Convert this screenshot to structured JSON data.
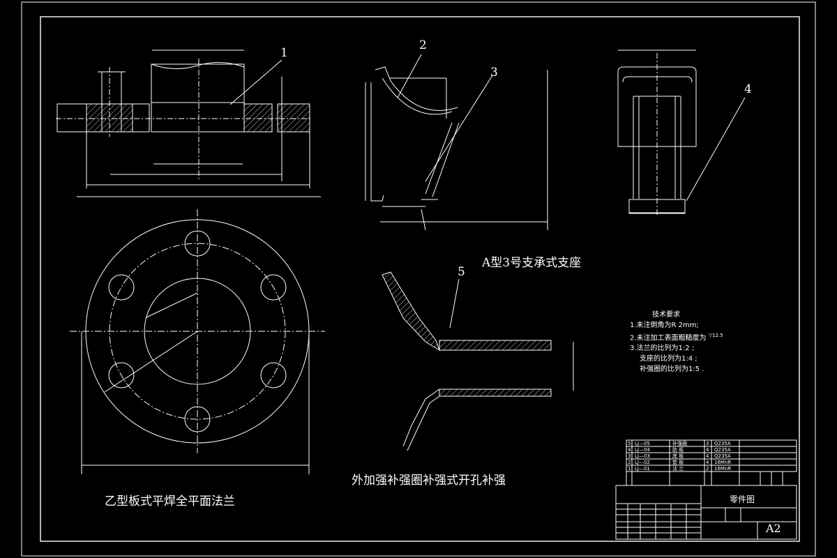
{
  "captions": {
    "flange": "乙型板式平焊全平面法兰",
    "support": "A型3号支承式支座",
    "reinforce": "外加强补强圈补强式开孔补强"
  },
  "balloons": [
    "1",
    "2",
    "3",
    "4",
    "5"
  ],
  "tech": {
    "title": "技术要求",
    "lines": [
      "1.未注倒角为R 2mm;",
      "2.未注加工表面粗糙度为",
      "3.法兰的比列为1:2 ;",
      "支座的比列为1:4 ;",
      "补强圈的比列为1:5 ."
    ],
    "roughness": "12.5"
  },
  "parts": [
    {
      "no": "5",
      "code": "LJ—05",
      "name": "补强圈",
      "qty": "3",
      "mat": "Q235A"
    },
    {
      "no": "4",
      "code": "LJ—04",
      "name": "肋 板",
      "qty": "4",
      "mat": "Q235A"
    },
    {
      "no": "3",
      "code": "LJ—03",
      "name": "底 板",
      "qty": "4",
      "mat": "Q235A"
    },
    {
      "no": "2",
      "code": "LJ—02",
      "name": "垫 板",
      "qty": "4",
      "mat": "16MnR"
    },
    {
      "no": "1",
      "code": "LJ—01",
      "name": "法 兰",
      "qty": "2",
      "mat": "16MnR"
    }
  ],
  "titleblock": {
    "drawing_name": "零件图",
    "sheet": "A2"
  }
}
